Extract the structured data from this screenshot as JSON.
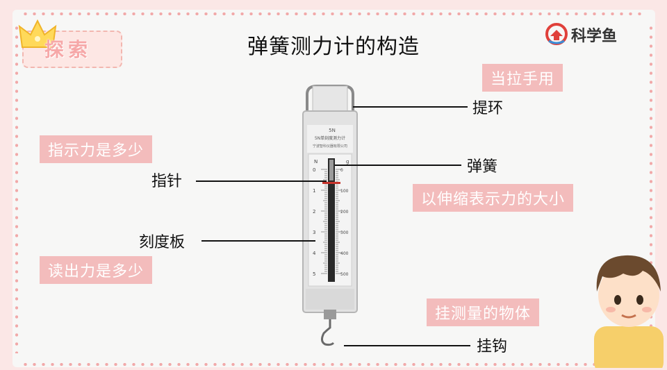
{
  "title": "弹簧测力计的构造",
  "badge": {
    "label": "探索"
  },
  "brand": {
    "name": "科学鱼"
  },
  "parts": {
    "ring": "提环",
    "spring": "弹簧",
    "pointer": "指针",
    "scale": "刻度板",
    "hook": "挂钩"
  },
  "notes": {
    "ring": "当拉手用",
    "pointer": "指示力是多少",
    "spring": "以伸缩表示力的大小",
    "scale": "读出力是多少",
    "hook": "挂测量的物体"
  },
  "meter": {
    "model": "5N",
    "subtitle": "5N单刻度测力计",
    "maker": "宁波智科仪器有限公司",
    "unit_left": "N",
    "unit_right": "g",
    "left_ticks": [
      "0",
      "1",
      "2",
      "3",
      "4",
      "5"
    ],
    "right_ticks": [
      "0",
      "100",
      "200",
      "300",
      "400",
      "500"
    ]
  },
  "colors": {
    "accent": "#f3bcbc",
    "border": "#fbe7e6",
    "ink": "#111111"
  }
}
